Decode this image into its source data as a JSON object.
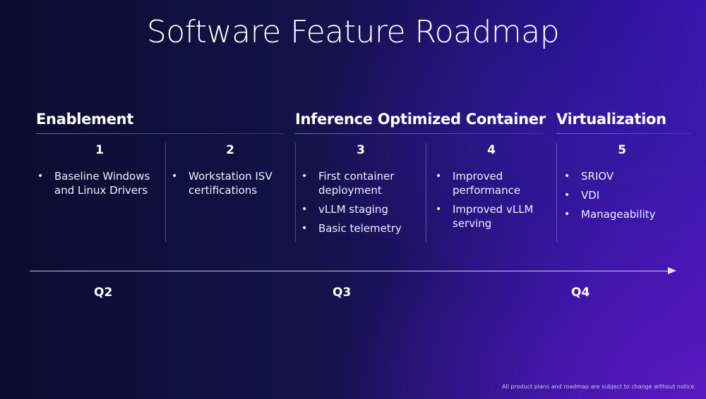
{
  "title": "Software Feature Roadmap",
  "sections": {
    "enablement": "Enablement",
    "inference": "Inference Optimized Container",
    "virtualization": "Virtualization"
  },
  "columns": [
    {
      "number": "1",
      "items": [
        "Baseline Windows and Linux Drivers"
      ]
    },
    {
      "number": "2",
      "items": [
        "Workstation ISV certifications"
      ]
    },
    {
      "number": "3",
      "items": [
        "First container deployment",
        "vLLM staging",
        "Basic telemetry"
      ]
    },
    {
      "number": "4",
      "items": [
        "Improved performance",
        "Improved vLLM serving"
      ]
    },
    {
      "number": "5",
      "items": [
        "SRIOV",
        "VDI",
        "Manageability"
      ]
    }
  ],
  "timeline": {
    "quarters": [
      "Q2",
      "Q3",
      "Q4"
    ]
  },
  "footnote": "All product plans and roadmap are subject to change without notice."
}
